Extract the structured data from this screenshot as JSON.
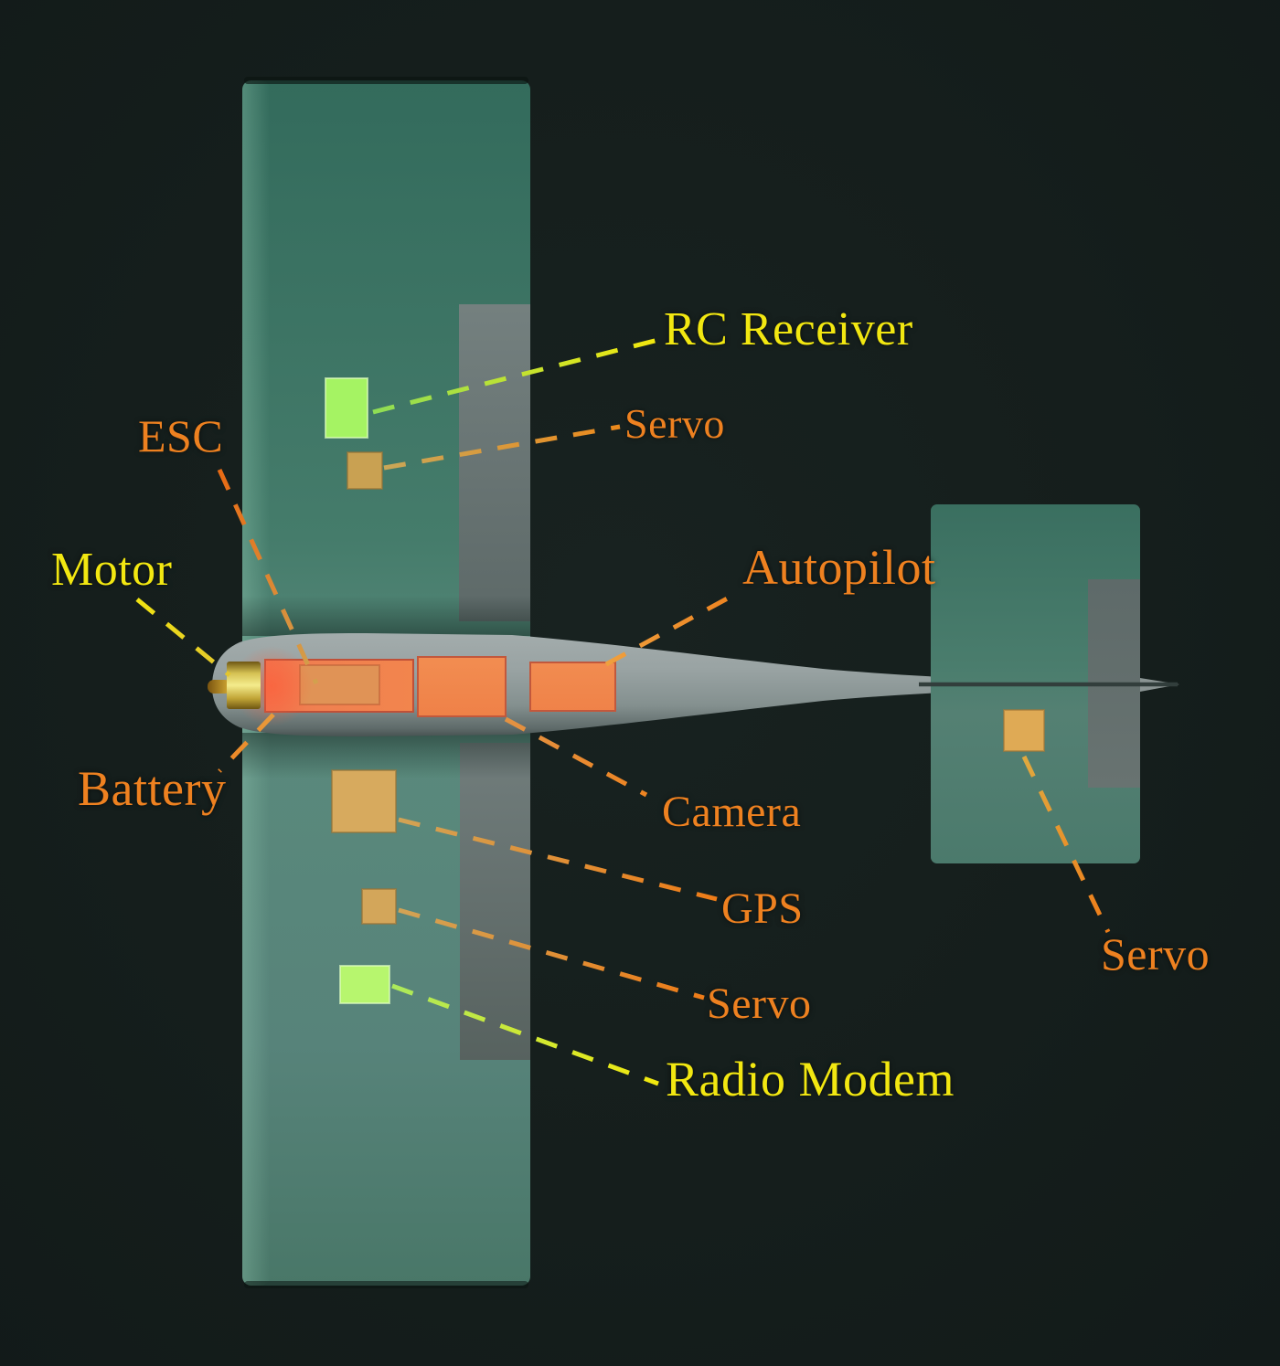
{
  "diagram": {
    "subject": "Fixed-wing UAV top view with labeled onboard electronics",
    "view": "top-down 3D render",
    "background_color": "#151e1c",
    "airframe_colors": {
      "wing": "#4a7d6d",
      "control_surface_cutout": "#6a7676",
      "fuselage": "#96a0a0"
    },
    "label_palette": {
      "yellow": "#f2e711",
      "orange": "#ee8120"
    },
    "labels": {
      "rc_receiver": {
        "text": "RC Receiver",
        "color": "#f2e711"
      },
      "servo_wing_top": {
        "text": "Servo",
        "color": "#ee8120"
      },
      "esc": {
        "text": "ESC",
        "color": "#ee7a1e"
      },
      "motor": {
        "text": "Motor",
        "color": "#f0e41c"
      },
      "autopilot": {
        "text": "Autopilot",
        "color": "#ee8120"
      },
      "battery": {
        "text": "Battery",
        "color": "#ee8120"
      },
      "camera": {
        "text": "Camera",
        "color": "#ee8120"
      },
      "gps": {
        "text": "GPS",
        "color": "#ee8120"
      },
      "servo_wing_bottom": {
        "text": "Servo",
        "color": "#ee8120"
      },
      "radio_modem": {
        "text": "Radio Modem",
        "color": "#f2e711"
      },
      "servo_tail": {
        "text": "Servo",
        "color": "#ee8120"
      }
    },
    "components": {
      "rc_receiver_module": {
        "color": "#a5f363"
      },
      "servo_wing_top_module": {
        "color": "#c9a152"
      },
      "esc_module": {
        "color": "#e09356"
      },
      "battery_module": {
        "color": "#f2854d"
      },
      "motor_module": {
        "color": "#eee07a"
      },
      "propeller_shaft": {
        "color": "#d9af36"
      },
      "camera_module": {
        "color": "#f0874b"
      },
      "autopilot_module": {
        "color": "#f0874b"
      },
      "gps_module": {
        "color": "#d7aa5e"
      },
      "servo_wing_bottom_module": {
        "color": "#d3a65a"
      },
      "radio_modem_module": {
        "color": "#b7f66e"
      },
      "servo_tail_module": {
        "color": "#dfaa55"
      }
    }
  }
}
